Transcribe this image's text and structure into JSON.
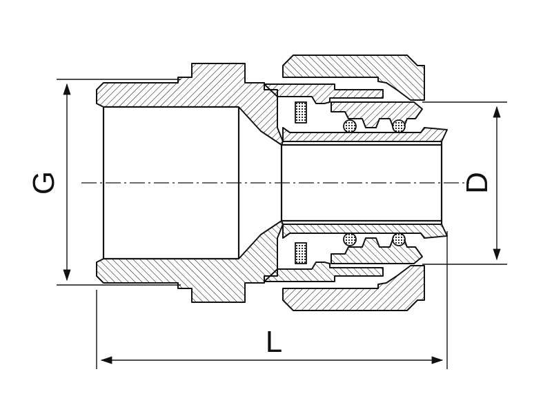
{
  "labels": {
    "g": "G",
    "d": "D",
    "l": "L"
  }
}
